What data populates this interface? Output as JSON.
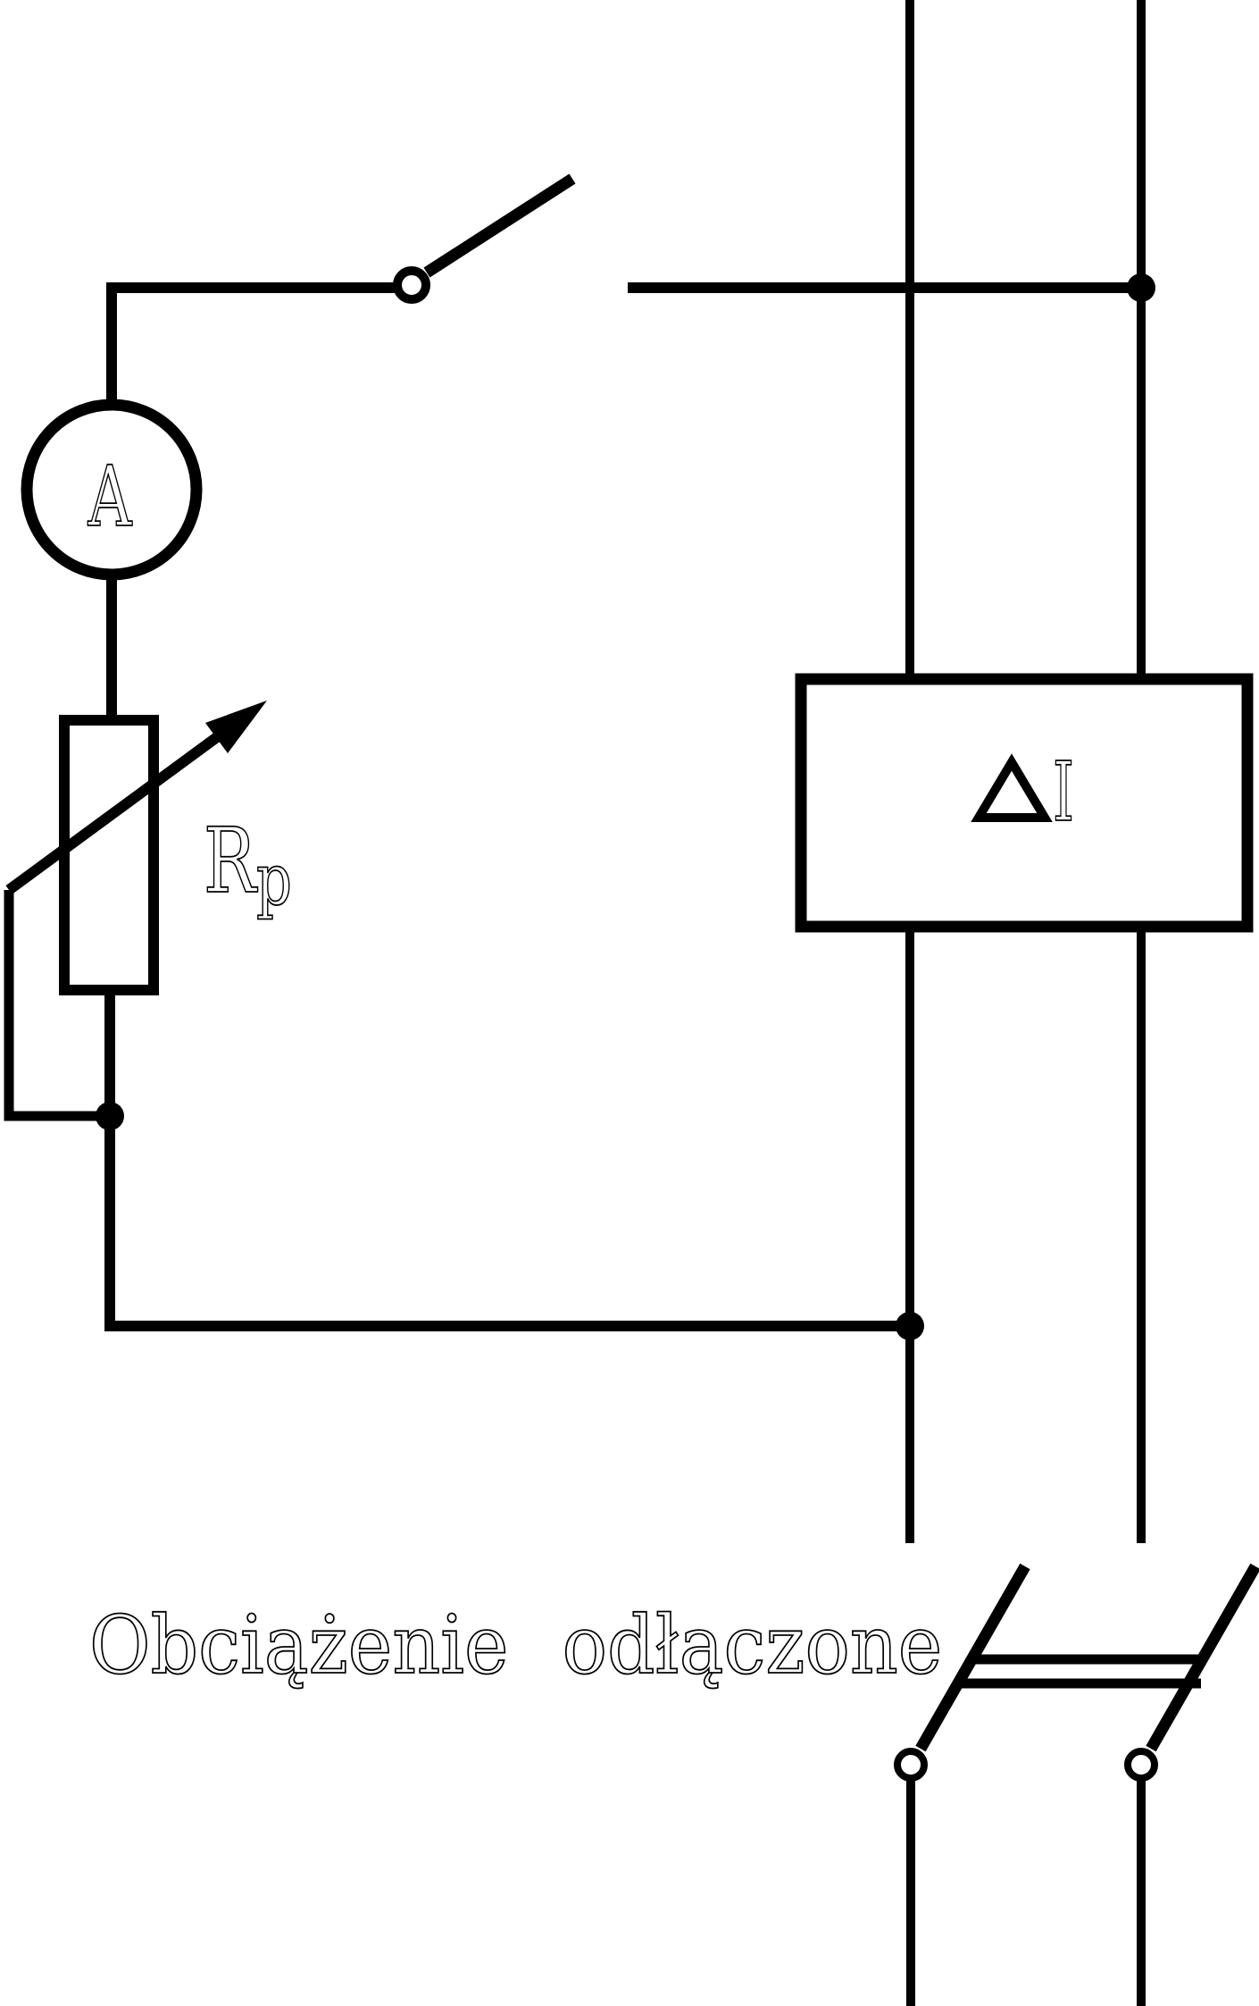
{
  "diagram": {
    "type": "electrical-circuit-schematic",
    "ink_color": "#000000",
    "background_color": "#ffffff",
    "labels": {
      "ammeter": "A",
      "rheostat_main": "R",
      "rheostat_sub": "p",
      "rcd_delta": "△",
      "rcd_letter": "I",
      "caption": "Obciążenie odłączone"
    },
    "components": {
      "ammeter": "ammeter in series with supply tap",
      "rheostat": "adjustable resistor Rp with shorting bypass",
      "rcd": "residual current device ΔI on the two supply conductors",
      "top_switch": "single-pole switch, open",
      "bottom_switch": "two-pole coupled switch, open",
      "caption_meaning": "Load disconnected"
    }
  }
}
